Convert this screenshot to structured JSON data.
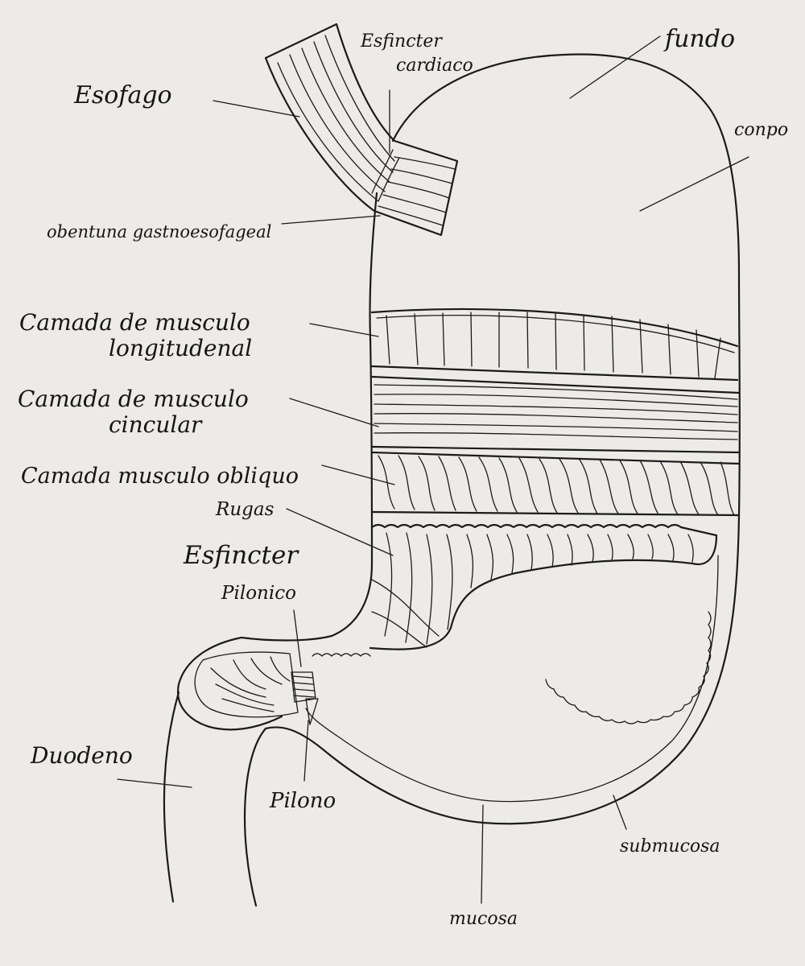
{
  "diagram": {
    "labels": {
      "esofago": "Esofago",
      "esfincter_cardiaco_1": "Esfincter",
      "esfincter_cardiaco_2": "cardiaco",
      "fundo": "fundo",
      "corpo": "conpo",
      "abertura": "obentuna gastnoesofageal",
      "long_1": "Camada de musculo",
      "long_2": "longitudenal",
      "circ_1": "Camada de musculo",
      "circ_2": "cincular",
      "obliquo": "Camada musculo obliquo",
      "rugas": "Rugas",
      "piloro_esf_1": "Esfincter",
      "piloro_esf_2": "Pilonico",
      "duodeno": "Duodeno",
      "piloro": "Pilono",
      "submucosa": "submucosa",
      "mucosa": "mucosa"
    }
  }
}
